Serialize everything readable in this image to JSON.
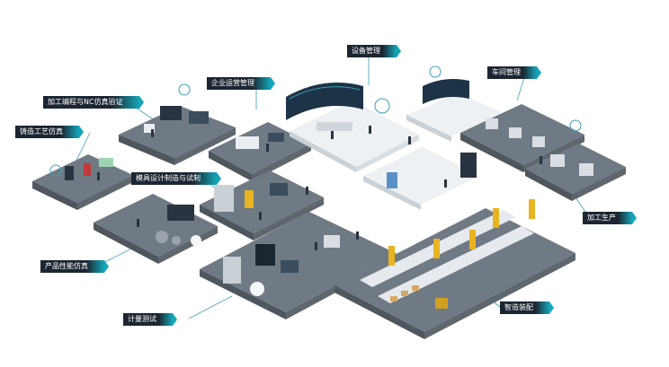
{
  "labels": {
    "equipment_mgmt": "设备管理",
    "enterprise_ops": "企业运营管理",
    "workshop_mgmt": "车间管理",
    "machining_nc": "加工编程与NC仿真验证",
    "casting_sim": "铸造工艺仿真",
    "mold_design": "模具设计制造与试制",
    "machining_prod": "加工生产",
    "performance_sim": "产品性能仿真",
    "measurement": "计量测试",
    "smart_assembly": "智造装配"
  },
  "colors": {
    "platform": "#707a84",
    "platform_side": "#4e565e",
    "white_floor": "#eef1f3",
    "tag_dark": "#1c2631",
    "tag_accent": "#14a6b8",
    "robot": "#e8b320",
    "connector": "#3b9fb5"
  }
}
